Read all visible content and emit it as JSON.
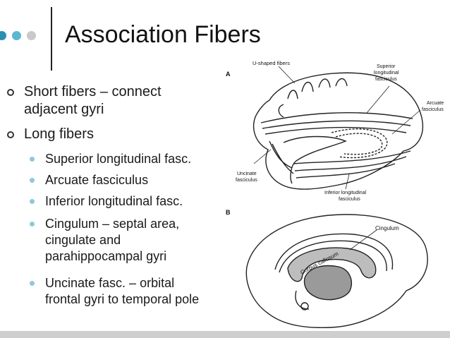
{
  "slide": {
    "title": "Association Fibers",
    "accent_colors": [
      "#2a8fb0",
      "#5cb7d0",
      "#c9c9c9"
    ],
    "bullets": [
      {
        "lines": [
          "Short fibers – connect",
          "adjacent gyri"
        ]
      },
      {
        "lines": [
          "Long fibers"
        ]
      }
    ],
    "sub_bullets": [
      {
        "lines": [
          "Superior longitudinal fasc."
        ]
      },
      {
        "lines": [
          "Arcuate fasciculus"
        ]
      },
      {
        "lines": [
          "Inferior longitudinal fasc."
        ]
      },
      {
        "lines": [
          "Cingulum – septal area,",
          "cingulate and",
          "parahippocampal  gyri"
        ]
      },
      {
        "lines": [
          "Uncinate fasc. – orbital",
          "frontal gyri to temporal pole"
        ]
      }
    ]
  },
  "figure": {
    "panel_a": {
      "letter": "A",
      "labels": {
        "u_shaped": "U-shaped fibers",
        "superior": [
          "Superior",
          "longitudinal",
          "fasciculus"
        ],
        "arcuate": [
          "Arcuate",
          "fasciculus"
        ],
        "uncinate": [
          "Uncinate",
          "fasciculus"
        ],
        "inferior": [
          "Inferior longitudinal",
          "fasciculus"
        ]
      }
    },
    "panel_b": {
      "letter": "B",
      "labels": {
        "cingulum": "Cingulum",
        "corpus_callosum": "Corpus callosum"
      }
    }
  }
}
